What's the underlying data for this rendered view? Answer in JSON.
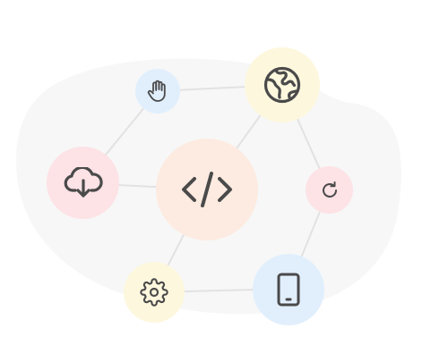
{
  "illustration": {
    "colors": {
      "blob": "#f7f7f7",
      "connector": "#e2e2e2",
      "icon_stroke": "#4a4a4a",
      "peach": "#fdebe1",
      "pink": "#fde2e6",
      "yellow": "#fdf7de",
      "blue": "#e1effd"
    },
    "nodes": [
      {
        "icon": "code-icon",
        "fill": "peach"
      },
      {
        "icon": "hand-icon",
        "fill": "blue"
      },
      {
        "icon": "globe-icon",
        "fill": "yellow"
      },
      {
        "icon": "cloud-download-icon",
        "fill": "pink"
      },
      {
        "icon": "refresh-icon",
        "fill": "pink"
      },
      {
        "icon": "settings-gear-icon",
        "fill": "yellow"
      },
      {
        "icon": "mobile-device-icon",
        "fill": "blue"
      }
    ]
  }
}
